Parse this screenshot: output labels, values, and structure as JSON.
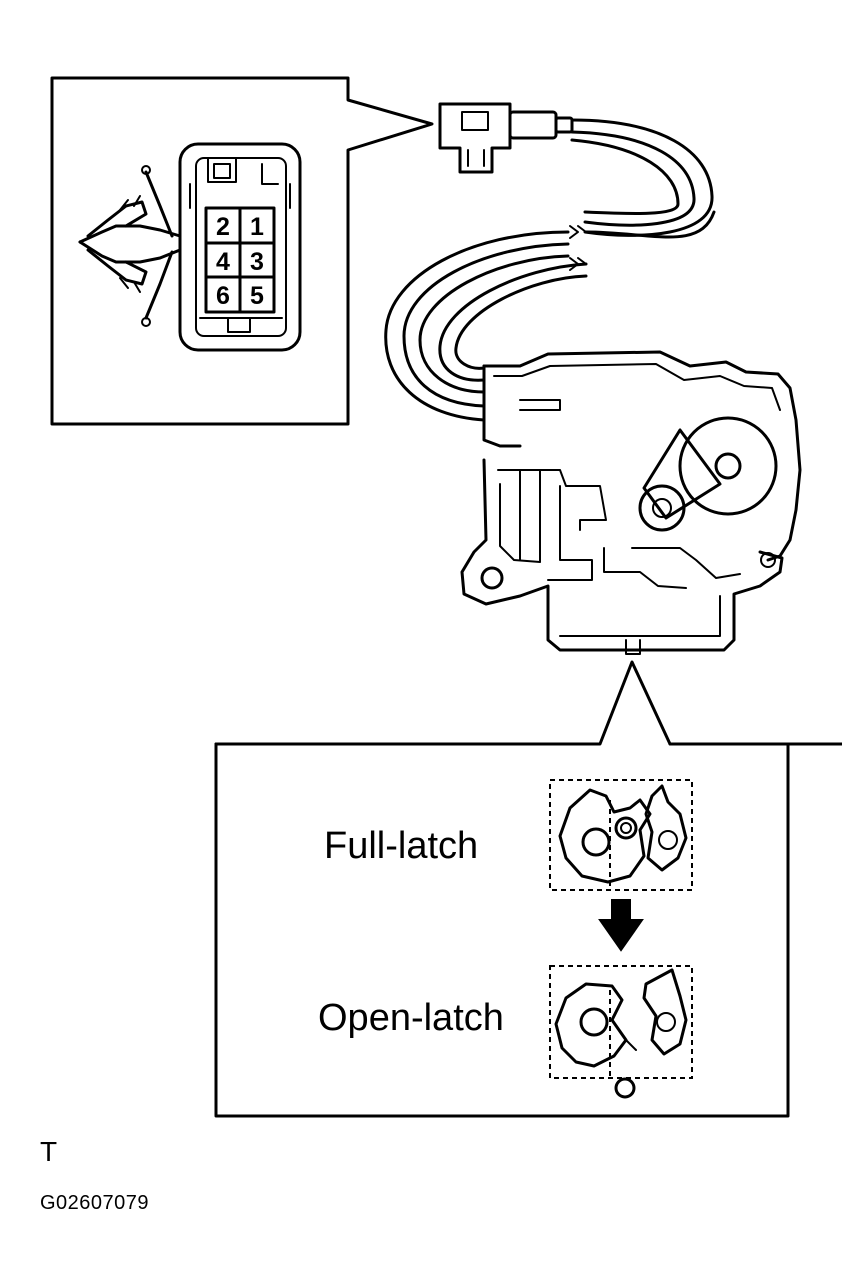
{
  "connector_pins": [
    {
      "label": "2"
    },
    {
      "label": "1"
    },
    {
      "label": "4"
    },
    {
      "label": "3"
    },
    {
      "label": "6"
    },
    {
      "label": "5"
    }
  ],
  "latch_states": {
    "full": "Full-latch",
    "open": "Open-latch"
  },
  "page_letter": "T",
  "figure_code": "G02607079"
}
